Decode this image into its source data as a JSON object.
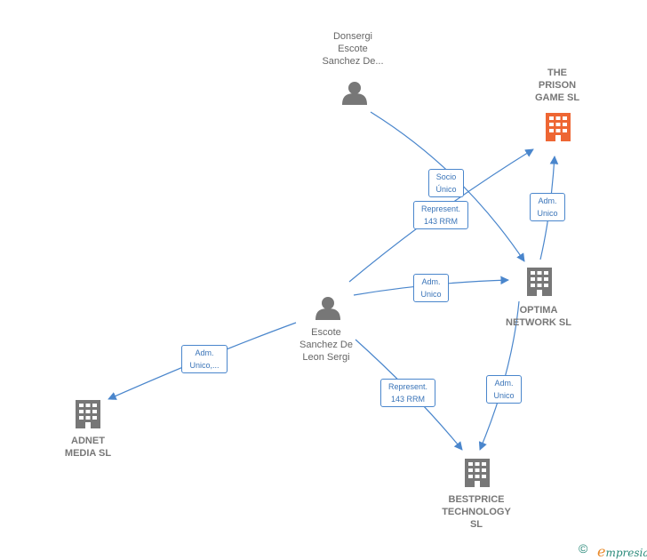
{
  "colors": {
    "edge": "#4a86cc",
    "person": "#777777",
    "company": "#777777",
    "highlight": "#ee6633"
  },
  "nodes": {
    "donsergi": {
      "type": "person",
      "icon": "person-icon",
      "lines": [
        "Donsergi",
        "Escote",
        "Sanchez De..."
      ]
    },
    "escote": {
      "type": "person",
      "icon": "person-icon",
      "lines": [
        "Escote",
        "Sanchez De",
        "Leon Sergi"
      ]
    },
    "prison": {
      "type": "company",
      "icon": "building-icon",
      "lines": [
        "THE",
        "PRISON",
        "GAME  SL"
      ],
      "highlight": true
    },
    "optima": {
      "type": "company",
      "icon": "building-icon",
      "lines": [
        "OPTIMA",
        "NETWORK SL"
      ]
    },
    "adnet": {
      "type": "company",
      "icon": "building-icon",
      "lines": [
        "ADNET",
        "MEDIA  SL"
      ]
    },
    "bestprice": {
      "type": "company",
      "icon": "building-icon",
      "lines": [
        "BESTPRICE",
        "TECHNOLOGY",
        "SL"
      ]
    }
  },
  "edges": [
    {
      "id": "e1",
      "from": "donsergi",
      "to": "optima",
      "label": [
        "Socio",
        "Único"
      ]
    },
    {
      "id": "e2",
      "from": "escote",
      "to": "prison",
      "label": [
        "Represent.",
        "143 RRM"
      ]
    },
    {
      "id": "e3",
      "from": "escote",
      "to": "optima",
      "label": [
        "Adm.",
        "Unico"
      ]
    },
    {
      "id": "e4",
      "from": "escote",
      "to": "adnet",
      "label": [
        "Adm.",
        "Unico,..."
      ]
    },
    {
      "id": "e5",
      "from": "escote",
      "to": "bestprice",
      "label": [
        "Represent.",
        "143 RRM"
      ]
    },
    {
      "id": "e6",
      "from": "optima",
      "to": "prison",
      "label": [
        "Adm.",
        "Unico"
      ]
    },
    {
      "id": "e7",
      "from": "optima",
      "to": "bestprice",
      "label": [
        "Adm.",
        "Unico"
      ]
    }
  ],
  "footer": {
    "copyright": "©",
    "brand_first": "e",
    "brand_rest": "mpresia"
  }
}
